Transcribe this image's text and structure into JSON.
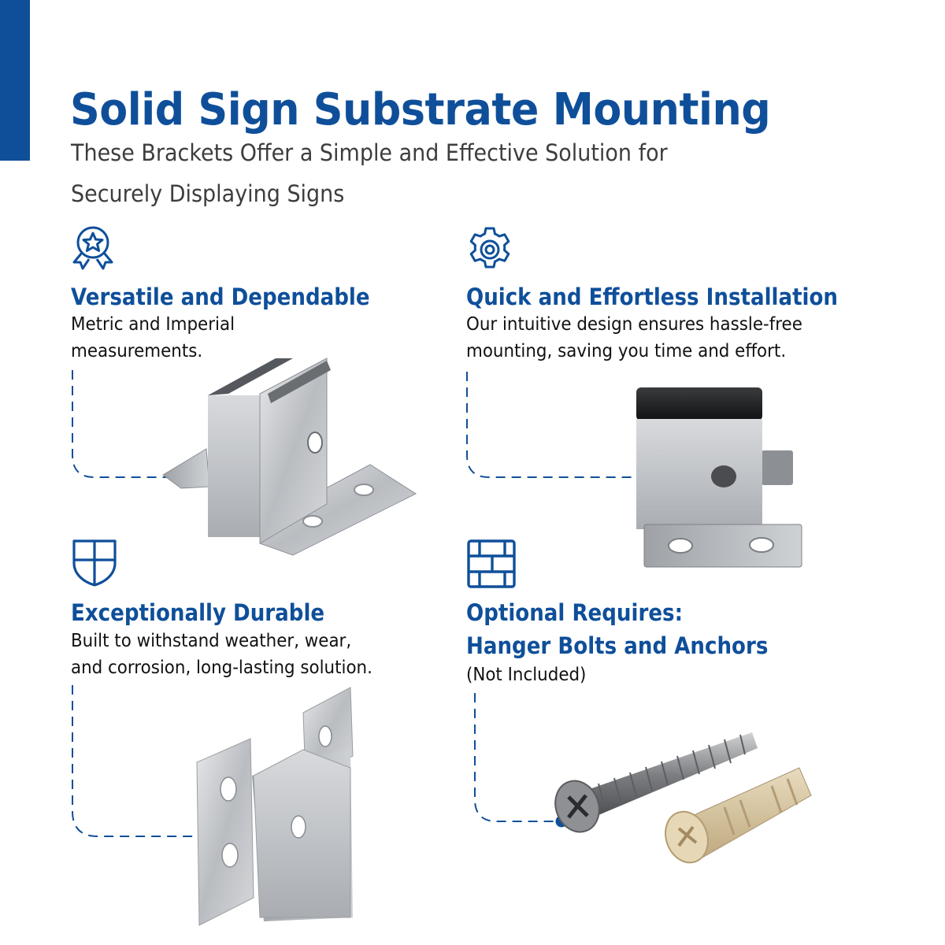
{
  "header": {
    "title": "Solid Sign Substrate Mounting",
    "subtitle_line1": "These Brackets Offer a Simple and Effective Solution for",
    "subtitle_line2": "Securely Displaying Signs"
  },
  "features": [
    {
      "icon": "award-ribbon-star-icon",
      "heading": "Versatile and Dependable",
      "text_line1": "Metric and Imperial",
      "text_line2": "measurements.",
      "product": "u-channel-bracket-image"
    },
    {
      "icon": "gear-icon",
      "heading": "Quick and Effortless Installation",
      "text_line1": "Our intuitive design ensures hassle-free",
      "text_line2": "mounting, saving you time and effort.",
      "product": "bracket-with-black-cap-image"
    },
    {
      "icon": "shield-icon",
      "heading": "Exceptionally Durable",
      "text_line1": "Built to withstand weather, wear,",
      "text_line2": "and corrosion, long-lasting solution.",
      "product": "double-flange-u-bracket-image"
    },
    {
      "icon": "brick-wall-icon",
      "heading_line1": "Optional Requires:",
      "heading_line2": "Hanger Bolts and Anchors",
      "text_line1": "(Not Included)",
      "product": "screw-and-anchor-image"
    }
  ],
  "colors": {
    "brand_blue": "#0f4f9a",
    "subtitle_gray": "#3d3d3d",
    "body_text": "#111111",
    "anchor_beige": "#d9c9a4",
    "steel": "#c4c7cb"
  }
}
